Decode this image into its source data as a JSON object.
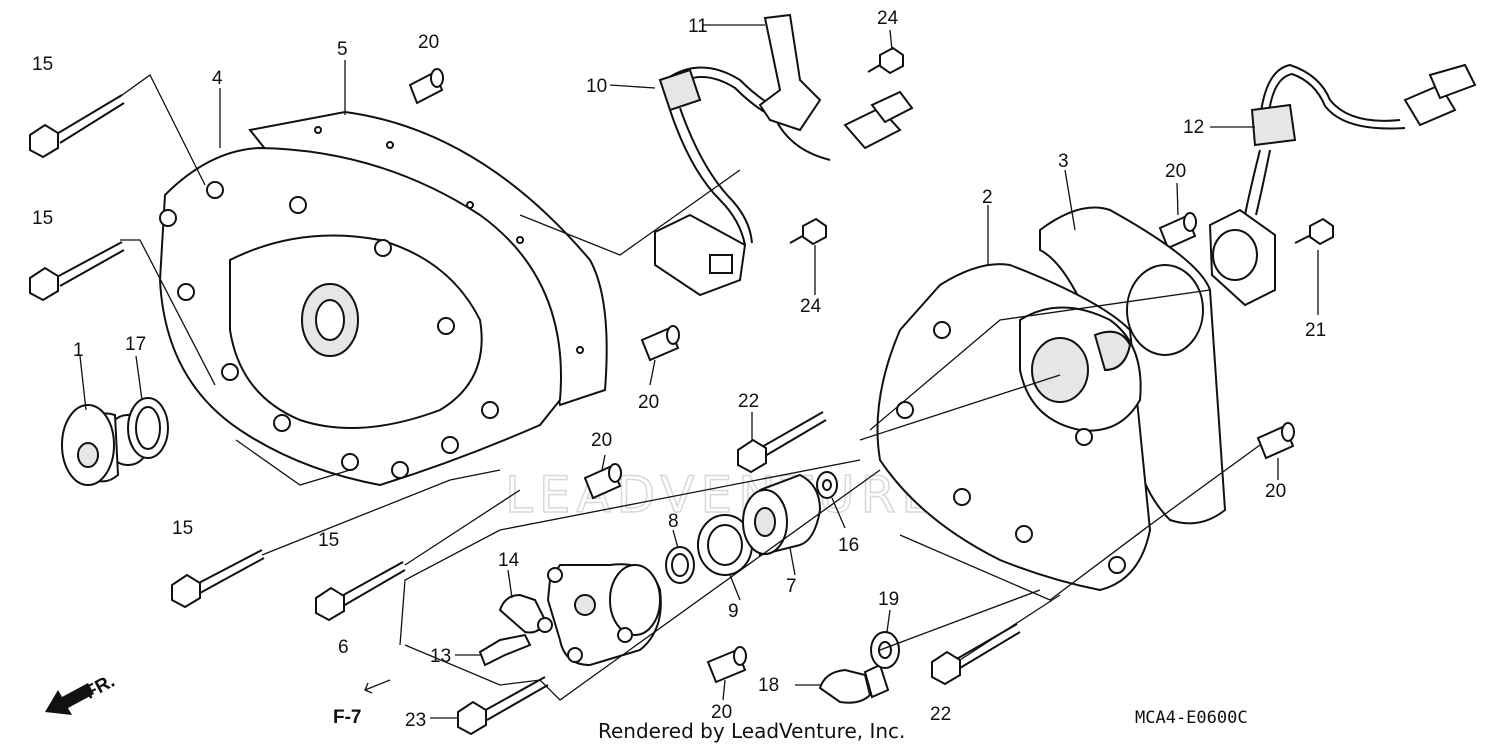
{
  "diagram": {
    "callouts": [
      "1",
      "2",
      "3",
      "4",
      "5",
      "6",
      "7",
      "8",
      "9",
      "10",
      "11",
      "12",
      "13",
      "14",
      "15",
      "16",
      "17",
      "18",
      "19",
      "20",
      "21",
      "22",
      "23",
      "24"
    ],
    "reference_label": "F-7",
    "direction_label": "FR.",
    "diagram_code": "MCA4-E0600C",
    "render_credit": "Rendered by LeadVenture, Inc.",
    "watermark": "LEADVENTURE"
  }
}
